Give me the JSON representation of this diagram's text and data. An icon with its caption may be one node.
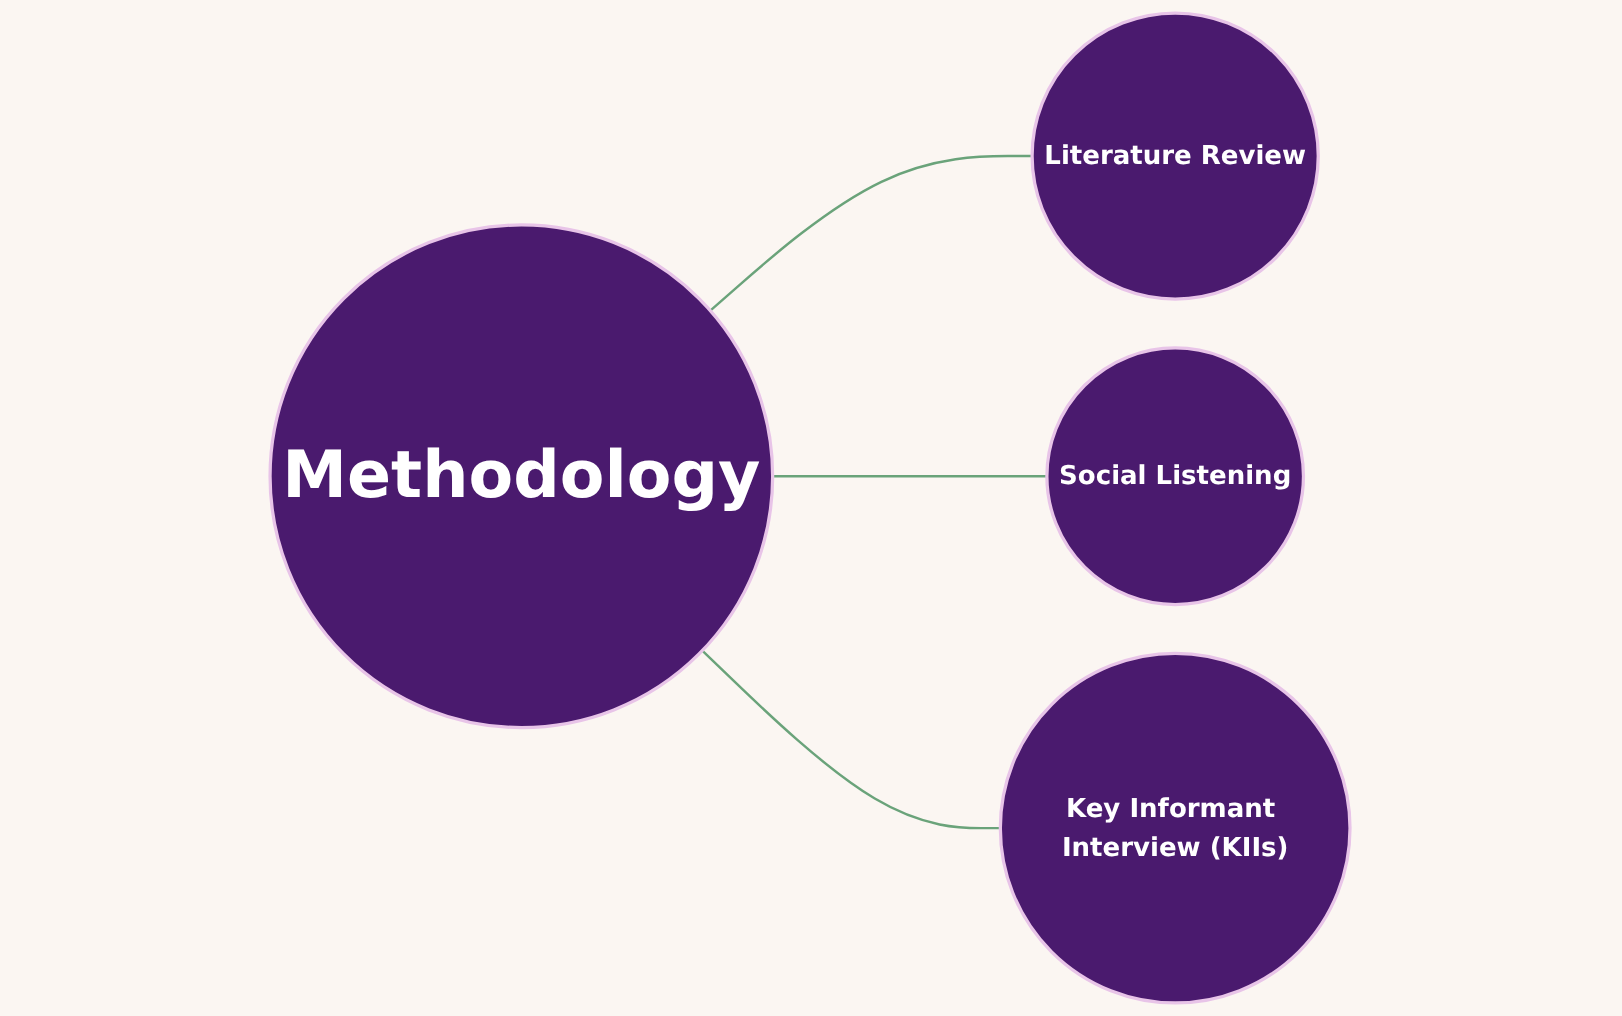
{
  "diagram": {
    "nodes": [
      {
        "text": [
          "Methodology"
        ]
      },
      {
        "text": [
          "Literature Review"
        ]
      },
      {
        "text": [
          "Social Listening"
        ]
      },
      {
        "text": [
          "Key Informant Interview (KIIs)"
        ]
      }
    ],
    "edges": [
      {
        "from": 0,
        "to": 1,
        "arrow": "none"
      },
      {
        "from": 0,
        "to": 2,
        "arrow": "none"
      },
      {
        "from": 0,
        "to": 3,
        "arrow": "none"
      }
    ]
  }
}
